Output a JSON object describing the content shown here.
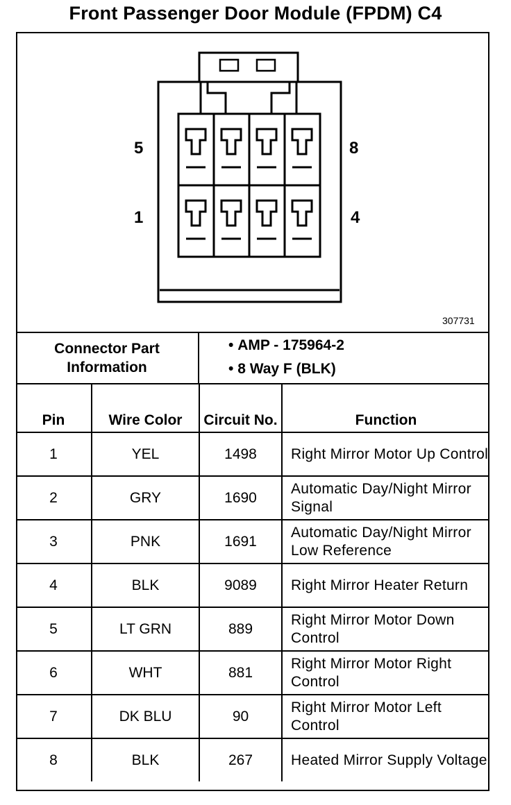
{
  "title": "Front Passenger Door Module (FPDM) C4",
  "diagram": {
    "pin_labels": {
      "top_left": "5",
      "top_right": "8",
      "bottom_left": "1",
      "bottom_right": "4"
    },
    "figure_number": "307731"
  },
  "connector_info": {
    "label": "Connector Part Information",
    "items": [
      "AMP - 175964-2",
      "8 Way F (BLK)"
    ]
  },
  "table": {
    "headers": {
      "pin": "Pin",
      "wire_color": "Wire Color",
      "circuit": "Circuit No.",
      "function": "Function"
    },
    "rows": [
      {
        "pin": "1",
        "wire_color": "YEL",
        "circuit": "1498",
        "function": "Right Mirror Motor Up Control"
      },
      {
        "pin": "2",
        "wire_color": "GRY",
        "circuit": "1690",
        "function": "Automatic Day/Night Mirror Signal"
      },
      {
        "pin": "3",
        "wire_color": "PNK",
        "circuit": "1691",
        "function": "Automatic Day/Night Mirror Low Reference"
      },
      {
        "pin": "4",
        "wire_color": "BLK",
        "circuit": "9089",
        "function": "Right Mirror Heater Return"
      },
      {
        "pin": "5",
        "wire_color": "LT GRN",
        "circuit": "889",
        "function": "Right Mirror Motor Down Control"
      },
      {
        "pin": "6",
        "wire_color": "WHT",
        "circuit": "881",
        "function": "Right Mirror Motor Right Control"
      },
      {
        "pin": "7",
        "wire_color": "DK BLU",
        "circuit": "90",
        "function": "Right Mirror Motor Left Control"
      },
      {
        "pin": "8",
        "wire_color": "BLK",
        "circuit": "267",
        "function": "Heated Mirror Supply Voltage"
      }
    ]
  }
}
